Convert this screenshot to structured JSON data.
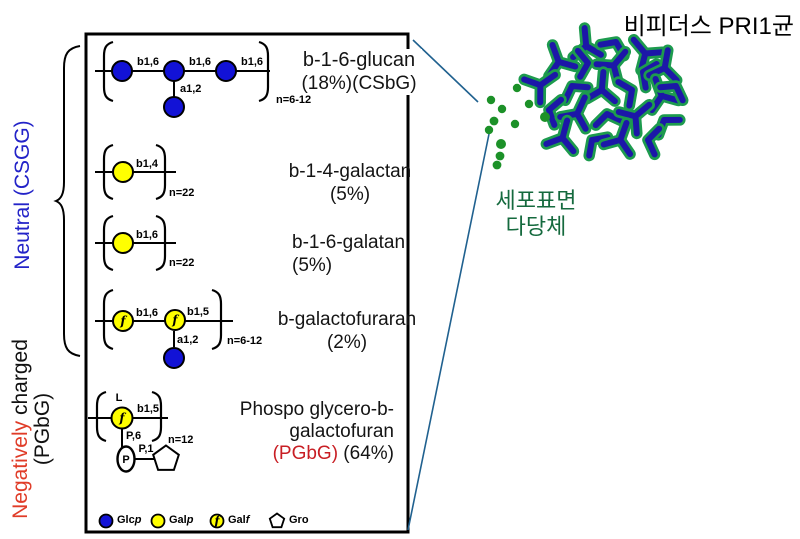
{
  "title": "비피더스 PRI1균",
  "cell_surface": {
    "line1": "세포표면",
    "line2": "다당체"
  },
  "side": {
    "neutral": "Neutral (CSGG)",
    "negatively": "Negatively",
    "charged": " charged",
    "pgbg_line": "(PGbG)"
  },
  "structures": [
    {
      "name1": "b-1-6-glucan",
      "name2": "(18%)(CSbG)",
      "l1": "b1,6",
      "l2": "b1,6",
      "l3": "b1,6",
      "branch": "a1,2",
      "n": "n=6-12"
    },
    {
      "name1": "b-1-4-galactan",
      "name2": "(5%)",
      "l1": "b1,4",
      "n": "n=22"
    },
    {
      "name1": "b-1-6-galatan",
      "name2": "(5%)",
      "l1": "b1,6",
      "n": "n=22"
    },
    {
      "name1": "b-galactofuraran",
      "name2": "(2%)",
      "l1": "b1,6",
      "l2": "b1,5",
      "branch": "a1,2",
      "n": "n=6-12",
      "f": "f"
    },
    {
      "name1": "Phospo glycero-b-",
      "name2": "galactofuran",
      "name3_red": "(PGbG)",
      "name3_black": " (64%)",
      "top": "L",
      "l1": "b1,5",
      "p6": "P,6",
      "p1": "P,1",
      "p": "P",
      "n": "n=12",
      "f": "f"
    }
  ],
  "legend": {
    "glc_pre": "Glc",
    "glc_it": "p",
    "galp_pre": "Gal",
    "galp_it": "p",
    "galf_pre": "Gal",
    "galf_it": "f",
    "gro": "Gro",
    "galf_letter": "f"
  },
  "colors": {
    "glc_blue": "#1212d6",
    "gal_yellow": "#ffff00",
    "connector_blue": "#20618f",
    "dot_green": "#1c9128",
    "cell_navy": "#1c17a8",
    "cell_outline_green": "#1d9b4e",
    "surface_text_green": "#156a3e",
    "neutral_blue": "#2323c8",
    "negatively_red": "#e03c28",
    "pgbg_red": "#c81e24"
  }
}
